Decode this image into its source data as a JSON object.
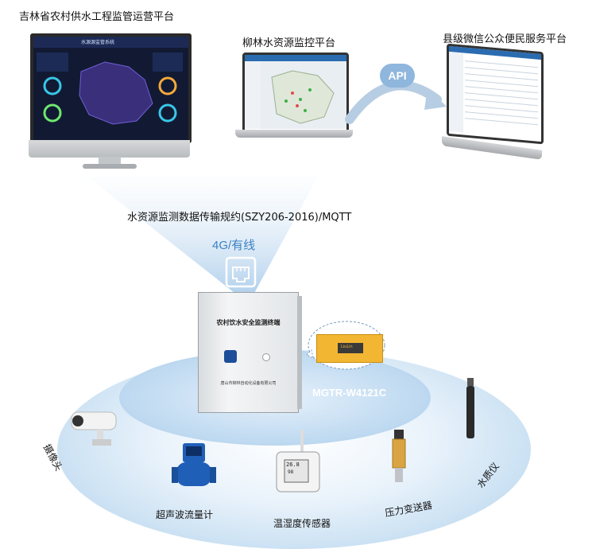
{
  "platforms": {
    "province": "吉林省农村供水工程监管运营平台",
    "city": "柳林水资源监控平台",
    "county": "县级微信公众便民服务平台"
  },
  "monitor_screen_title": "水源源监管系统",
  "api_label": "API",
  "protocol_label": "水资源监测数据传输规约(SZY206-2016)/MQTT",
  "network_label": "4G/有线",
  "terminal": {
    "title": "农村饮水安全监测终端",
    "footer": "唐山市柳林自动化设备有限公司"
  },
  "module": {
    "model": "MGTR-W4121C",
    "brand": "LiuLin"
  },
  "sensors": {
    "camera": "摄像头",
    "flowmeter": "超声波流量计",
    "thermo": "温湿度传感器",
    "pressure": "压力变送器",
    "quality": "水质仪"
  },
  "thermo_display": {
    "line1": "26.8",
    "line2": "98"
  },
  "colors": {
    "accent_blue": "#3b82c4",
    "api_badge": "#8fb6dc",
    "module_yellow": "#f2b632"
  }
}
